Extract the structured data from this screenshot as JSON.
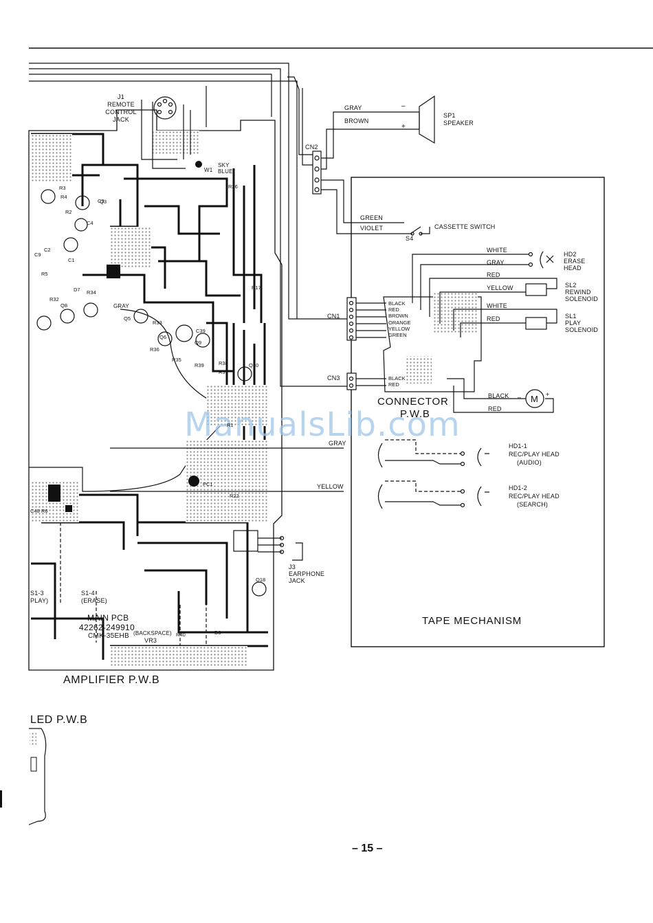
{
  "page_number": "– 15 –",
  "watermark": "ManualsLib.com",
  "blocks": {
    "amplifier": "AMPLIFIER P.W.B",
    "led": "LED P.W.B",
    "tape_mechanism": "TAPE MECHANISM",
    "connector_line1": "CONNECTOR",
    "connector_line2": "P.W.B",
    "main_pcb_line1": "MAIN PCB",
    "main_pcb_line2": "42262-249910",
    "main_pcb_line3": "CMK-35EHB"
  },
  "components": {
    "j1": [
      "J1",
      "REMOTE",
      "CONTROL",
      "JACK"
    ],
    "sp1": [
      "SP1",
      "SPEAKER"
    ],
    "cassette_switch": "CASSETTE SWITCH",
    "s4": "S4",
    "hd2": [
      "HD2",
      "ERASE",
      "HEAD"
    ],
    "sl2": [
      "SL2",
      "REWIND",
      "SOLENOID"
    ],
    "sl1": [
      "SL1",
      "PLAY",
      "SOLENOID"
    ],
    "hd1_1": [
      "HD1-1",
      "REC/PLAY HEAD",
      "(AUDIO)"
    ],
    "hd1_2": [
      "HD1-2",
      "REC/PLAY HEAD",
      "(SEARCH)"
    ],
    "j3": [
      "J3",
      "EARPHONE",
      "JACK"
    ],
    "vr3": [
      "(BACKSPACE)",
      "VR3"
    ],
    "w1": [
      "W1",
      "SKY",
      "BLUE"
    ],
    "s1_3": [
      "S1-3",
      "PLAY)"
    ],
    "s1_4": [
      "S1-4",
      "(ERASE)"
    ]
  },
  "connectors": {
    "cn1": "CN1",
    "cn2": "CN2",
    "cn3": "CN3"
  },
  "wires": {
    "sp_gray": "GRAY",
    "sp_brown": "BROWN",
    "sw_green": "GREEN",
    "sw_violet": "VIOLET",
    "hd2_white": "WHITE",
    "hd2_gray": "GRAY",
    "sl2_red": "RED",
    "sl2_yellow": "YELLOW",
    "sl1_white": "WHITE",
    "sl1_red": "RED",
    "motor_black": "BLACK",
    "motor_red": "RED",
    "head_gray": "GRAY",
    "head_yellow": "YELLOW",
    "pcb_gray": "GRAY"
  },
  "cn1_pins": [
    "BLACK",
    "RED",
    "BROWN",
    "ORANGE",
    "YELLOW",
    "GREEN"
  ],
  "cn3_pins": [
    "BLACK",
    "RED"
  ],
  "refs": [
    "R3",
    "R4",
    "R2",
    "C3",
    "C4",
    "C1",
    "C2",
    "C9",
    "R5",
    "R32",
    "Q8",
    "D7",
    "R34",
    "Q5",
    "R33",
    "Q6",
    "R36",
    "C39",
    "Q9",
    "R35",
    "R39",
    "R38",
    "R37",
    "Q10",
    "R26",
    "PC1",
    "R22",
    "Q18",
    "D8",
    "R40",
    "R1",
    "R6",
    "C48",
    "Q3",
    "R17"
  ],
  "motor_symbol": "M",
  "polarity": {
    "minus": "–",
    "plus": "+"
  }
}
